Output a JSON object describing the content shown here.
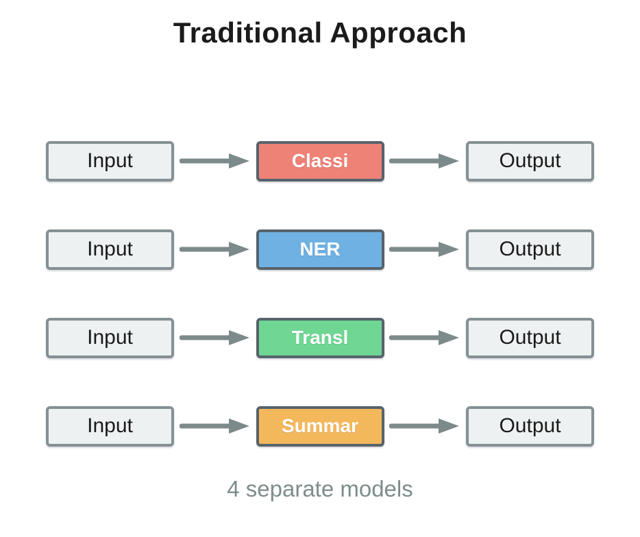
{
  "title": "Traditional Approach",
  "caption": "4 separate models",
  "rows": [
    {
      "input": "Input",
      "model": "Classi",
      "model_color": "#ee8276",
      "output": "Output"
    },
    {
      "input": "Input",
      "model": "NER",
      "model_color": "#6fb1e3",
      "output": "Output"
    },
    {
      "input": "Input",
      "model": "Transl",
      "model_color": "#6fd694",
      "output": "Output"
    },
    {
      "input": "Input",
      "model": "Summar",
      "model_color": "#f4b85c",
      "output": "Output"
    }
  ],
  "colors": {
    "background": "#ffffff",
    "title_text": "#1b1b1b",
    "caption_text": "#7e8c8c",
    "io_box_fill": "#eef1f1",
    "io_box_border": "#849094",
    "model_box_border": "#57636c",
    "model_box_text": "#ffffff",
    "arrow": "#7d8a8b"
  },
  "icons": {
    "arrow_right": "right-arrow"
  }
}
